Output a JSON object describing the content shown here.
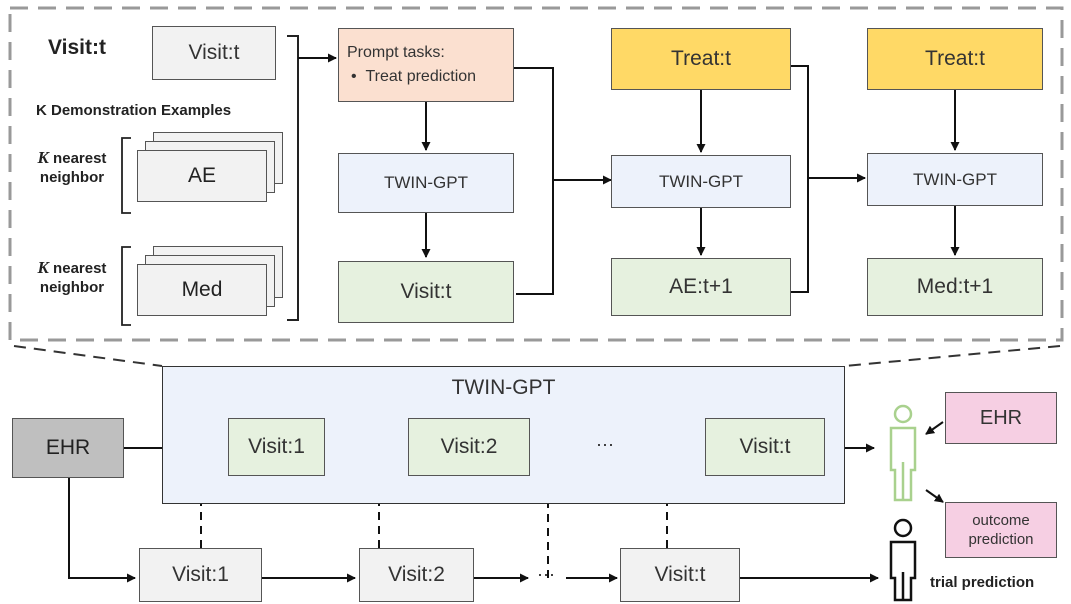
{
  "top_panel": {
    "visit_t_heading": "Visit:t",
    "demo_heading": "K Demonstration Examples",
    "visit_input": "Visit:t",
    "nn_ae": {
      "k": "K",
      "line1": " nearest",
      "line2": "neighbor",
      "label": "AE"
    },
    "nn_med": {
      "k": "K",
      "line1": " nearest",
      "line2": "neighbor",
      "label": "Med"
    },
    "prompt": {
      "title": "Prompt tasks:",
      "bullet": "Treat prediction"
    },
    "col1": {
      "model": "TWIN-GPT",
      "output": "Visit:t"
    },
    "col2": {
      "treat": "Treat:t",
      "model": "TWIN-GPT",
      "output": "AE:t+1"
    },
    "col3": {
      "treat": "Treat:t",
      "model": "TWIN-GPT",
      "output": "Med:t+1"
    }
  },
  "bottom": {
    "twin_title": "TWIN-GPT",
    "ehr_left": "EHR",
    "twin_visits": [
      "Visit:1",
      "Visit:2",
      "Visit:t"
    ],
    "real_visits": [
      "Visit:1",
      "Visit:2",
      "Visit:t"
    ],
    "ellipsis": "···",
    "ehr_right": "EHR",
    "outcome": "outcome prediction",
    "trial_prediction": "trial prediction"
  }
}
